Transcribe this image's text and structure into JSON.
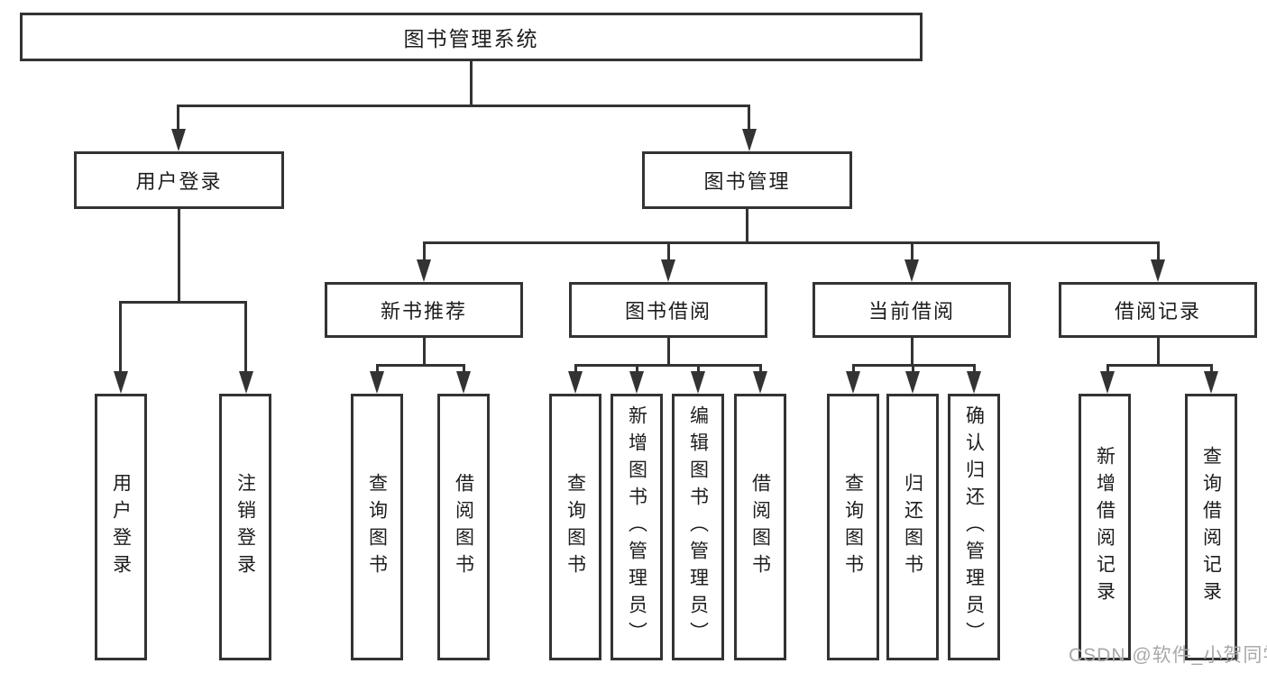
{
  "diagram": {
    "root": "图书管理系统",
    "level2": {
      "user_login": "用户登录",
      "book_management": "图书管理"
    },
    "level3": {
      "new_book_recommend": "新书推荐",
      "book_borrow": "图书借阅",
      "current_borrow": "当前借阅",
      "borrow_records": "借阅记录"
    },
    "leaves": [
      "用户登录",
      "注销登录",
      "查询图书",
      "借阅图书",
      "查询图书",
      "新增图书（管理员）",
      "编辑图书（管理员）",
      "借阅图书",
      "查询图书",
      "归还图书",
      "确认归还（管理员）",
      "新增借阅记录",
      "查询借阅记录"
    ],
    "watermark": "CSDN @软件_小贺同学",
    "colors": {
      "line": "#333333",
      "text": "#1d1d1d",
      "box_background": "#ffffff",
      "watermark": "#a8a8a8"
    }
  }
}
